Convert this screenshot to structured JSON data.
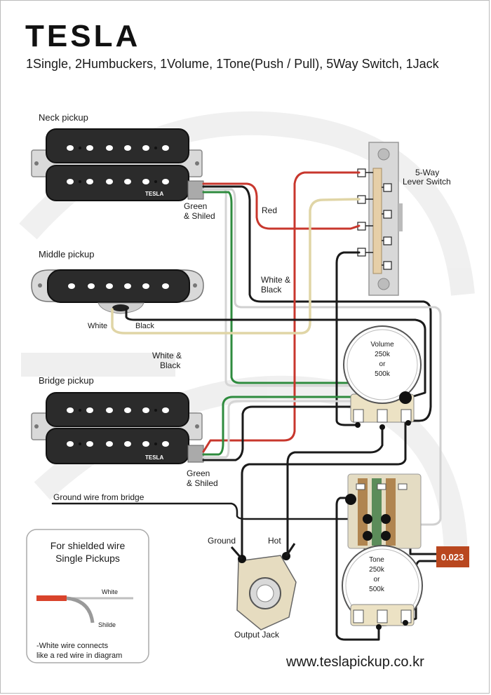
{
  "brand": {
    "logo_text": "TESLA"
  },
  "subtitle": "1Single, 2Humbuckers, 1Volume, 1Tone(Push / Pull), 5Way Switch, 1Jack",
  "pickups": {
    "neck": "Neck pickup",
    "middle": "Middle pickup",
    "bridge": "Bridge pickup",
    "neck_brand": "TESLA",
    "bridge_brand": "TESLA"
  },
  "labels": {
    "neck_green": [
      "Green",
      "& Shiled"
    ],
    "red": "Red",
    "white_black_right": [
      "White &",
      "Black"
    ],
    "white": "White",
    "black": "Black",
    "white_black_center": [
      "White &",
      "Black"
    ],
    "bridge_green": [
      "Green",
      "& Shiled"
    ],
    "ground_from_bridge": "Ground wire from bridge",
    "ground": "Ground",
    "hot": "Hot",
    "output_jack": "Output Jack"
  },
  "switch": {
    "label": [
      "5-Way",
      "Lever Switch"
    ]
  },
  "volume_pot": {
    "lines": [
      "Volume",
      "250k",
      "or",
      "500k"
    ]
  },
  "tone_pot": {
    "lines": [
      "Tone",
      "250k",
      "or",
      "500k"
    ]
  },
  "capacitor": {
    "value": "0.023"
  },
  "inset": {
    "title": [
      "For shielded wire",
      "Single Pickups"
    ],
    "white": "White",
    "shield": "Shilde",
    "note": [
      "-White wire connects",
      " like a red wire in diagram"
    ]
  },
  "footer": {
    "url": "www.teslapickup.co.kr"
  },
  "colors": {
    "red_wire": "#c8372d",
    "green_wire": "#2e8b3e",
    "white_wire": "#e8e8e8",
    "black_wire": "#1a1a1a",
    "cream_wire": "#e0d5a6",
    "capacitor": "#b9471f",
    "pickup_body": "#2b2b2b"
  }
}
